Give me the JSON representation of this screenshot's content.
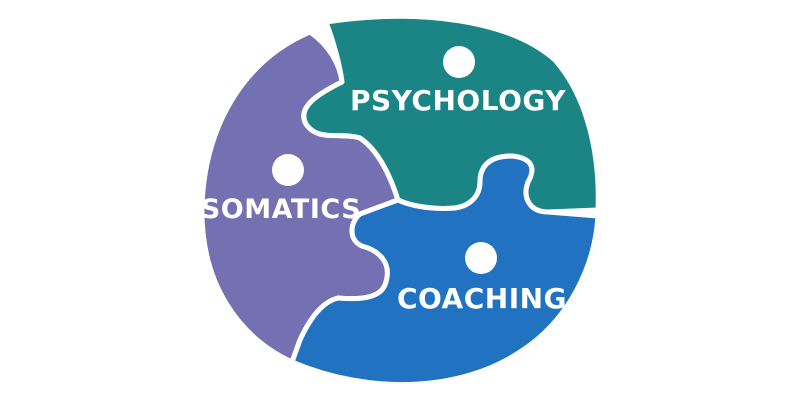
{
  "pieces": [
    {
      "key": "psychology",
      "label": "PSYCHOLOGY",
      "color": "#1b8585"
    },
    {
      "key": "somatics",
      "label": "SOMATICS",
      "color": "#7470b2"
    },
    {
      "key": "coaching",
      "label": "COACHING",
      "color": "#2173c2"
    }
  ],
  "colors": {
    "background": "#ffffff",
    "gap": "#ffffff",
    "knob_hole": "#ffffff"
  }
}
